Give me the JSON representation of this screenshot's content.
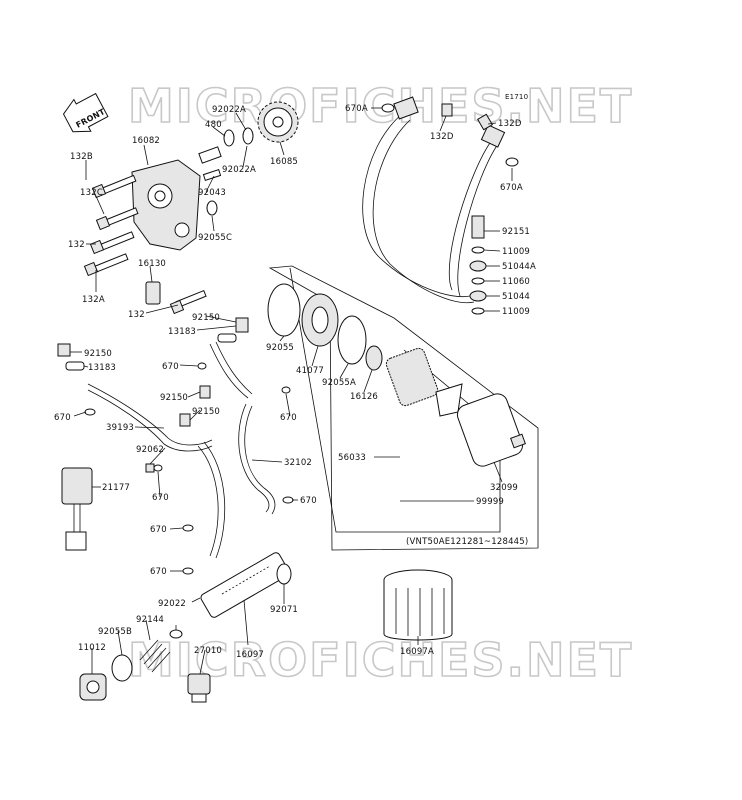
{
  "watermark": {
    "top": "MICROFICHES.NET",
    "bottom": "MICROFICHES.NET"
  },
  "figure_code": "E1710",
  "front_arrow_label": "FRONT",
  "serial_note": "(VNT50AE121281~128445)",
  "labels": {
    "p480": "480",
    "p92022A_1": "92022A",
    "p92022A_2": "92022A",
    "p16085": "16085",
    "p16082": "16082",
    "p132B": "132B",
    "p132C": "132C",
    "p132": "132",
    "p132A": "132A",
    "p132_b": "132",
    "p92043": "92043",
    "p92055C": "92055C",
    "p16130": "16130",
    "p92150_a": "92150",
    "p13183_a": "13183",
    "p92150_b": "92150",
    "p13183_b": "13183",
    "p670_a": "670",
    "p670_b": "670",
    "p92150_c": "92150",
    "p92150_d": "92150",
    "p670_c": "670",
    "p39193": "39193",
    "p92062": "92062",
    "p670_d": "670",
    "p21177": "21177",
    "p32102": "32102",
    "p670_e": "670",
    "p670_f": "670",
    "p670_g": "670",
    "p670A_1": "670A",
    "p132D_1": "132D",
    "p132D_2": "132D",
    "p670A_2": "670A",
    "p92151": "92151",
    "p11009_a": "11009",
    "p51044A": "51044A",
    "p11060": "11060",
    "p51044": "51044",
    "p11009_b": "11009",
    "p92055": "92055",
    "p41077": "41077",
    "p92055A": "92055A",
    "p16126": "16126",
    "p56033": "56033",
    "p32099": "32099",
    "p99999": "99999",
    "p92022": "92022",
    "p92071": "92071",
    "p92144": "92144",
    "p92055B": "92055B",
    "p11012": "11012",
    "p27010": "27010",
    "p16097": "16097",
    "p16097A": "16097A"
  }
}
